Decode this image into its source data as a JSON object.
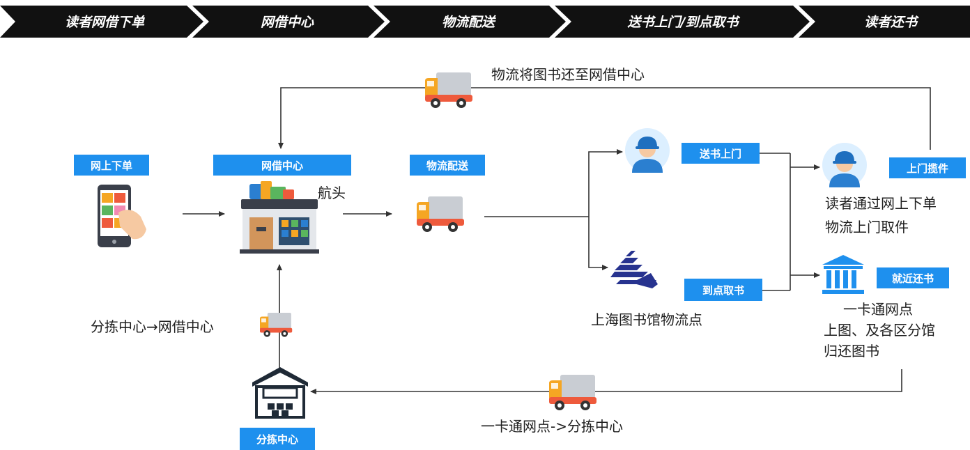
{
  "stages": [
    "读者网借下单",
    "网借中心",
    "物流配送",
    "送书上门/到点取书",
    "读者还书"
  ],
  "tags": {
    "online_order": "网上下单",
    "lending_center": "网借中心",
    "logistics": "物流配送",
    "door_delivery": "送书上门",
    "pickup_point": "到点取书",
    "door_pickup": "上门揽件",
    "nearby_return": "就近还书",
    "sorting_center": "分拣中心"
  },
  "labels": {
    "return_to_center": "物流将图书还至网借中心",
    "hangtou": "航头",
    "shanghai_library_point": "上海图书馆物流点",
    "reader_online_line1": "读者通过网上下单",
    "reader_online_line2": "物流上门取件",
    "card_network": "一卡通网点",
    "branch_libraries": "上图、及各区分馆",
    "return_books": "归还图书",
    "sorting_to_center": "分拣中心→网借中心",
    "network_to_sorting": "一卡通网点->分拣中心"
  },
  "colors": {
    "stage_bar": "#111111",
    "tag_blue": "#1e90ee",
    "line": "#333333",
    "truck_body": "#c9cdd3",
    "truck_cab": "#f5a623",
    "truck_base": "#ee5a3c"
  },
  "icons": [
    "phone-order-icon",
    "warehouse-store-icon",
    "truck-icon",
    "courier-avatar-icon",
    "library-logo-icon",
    "bank-building-icon",
    "sorting-warehouse-icon"
  ]
}
